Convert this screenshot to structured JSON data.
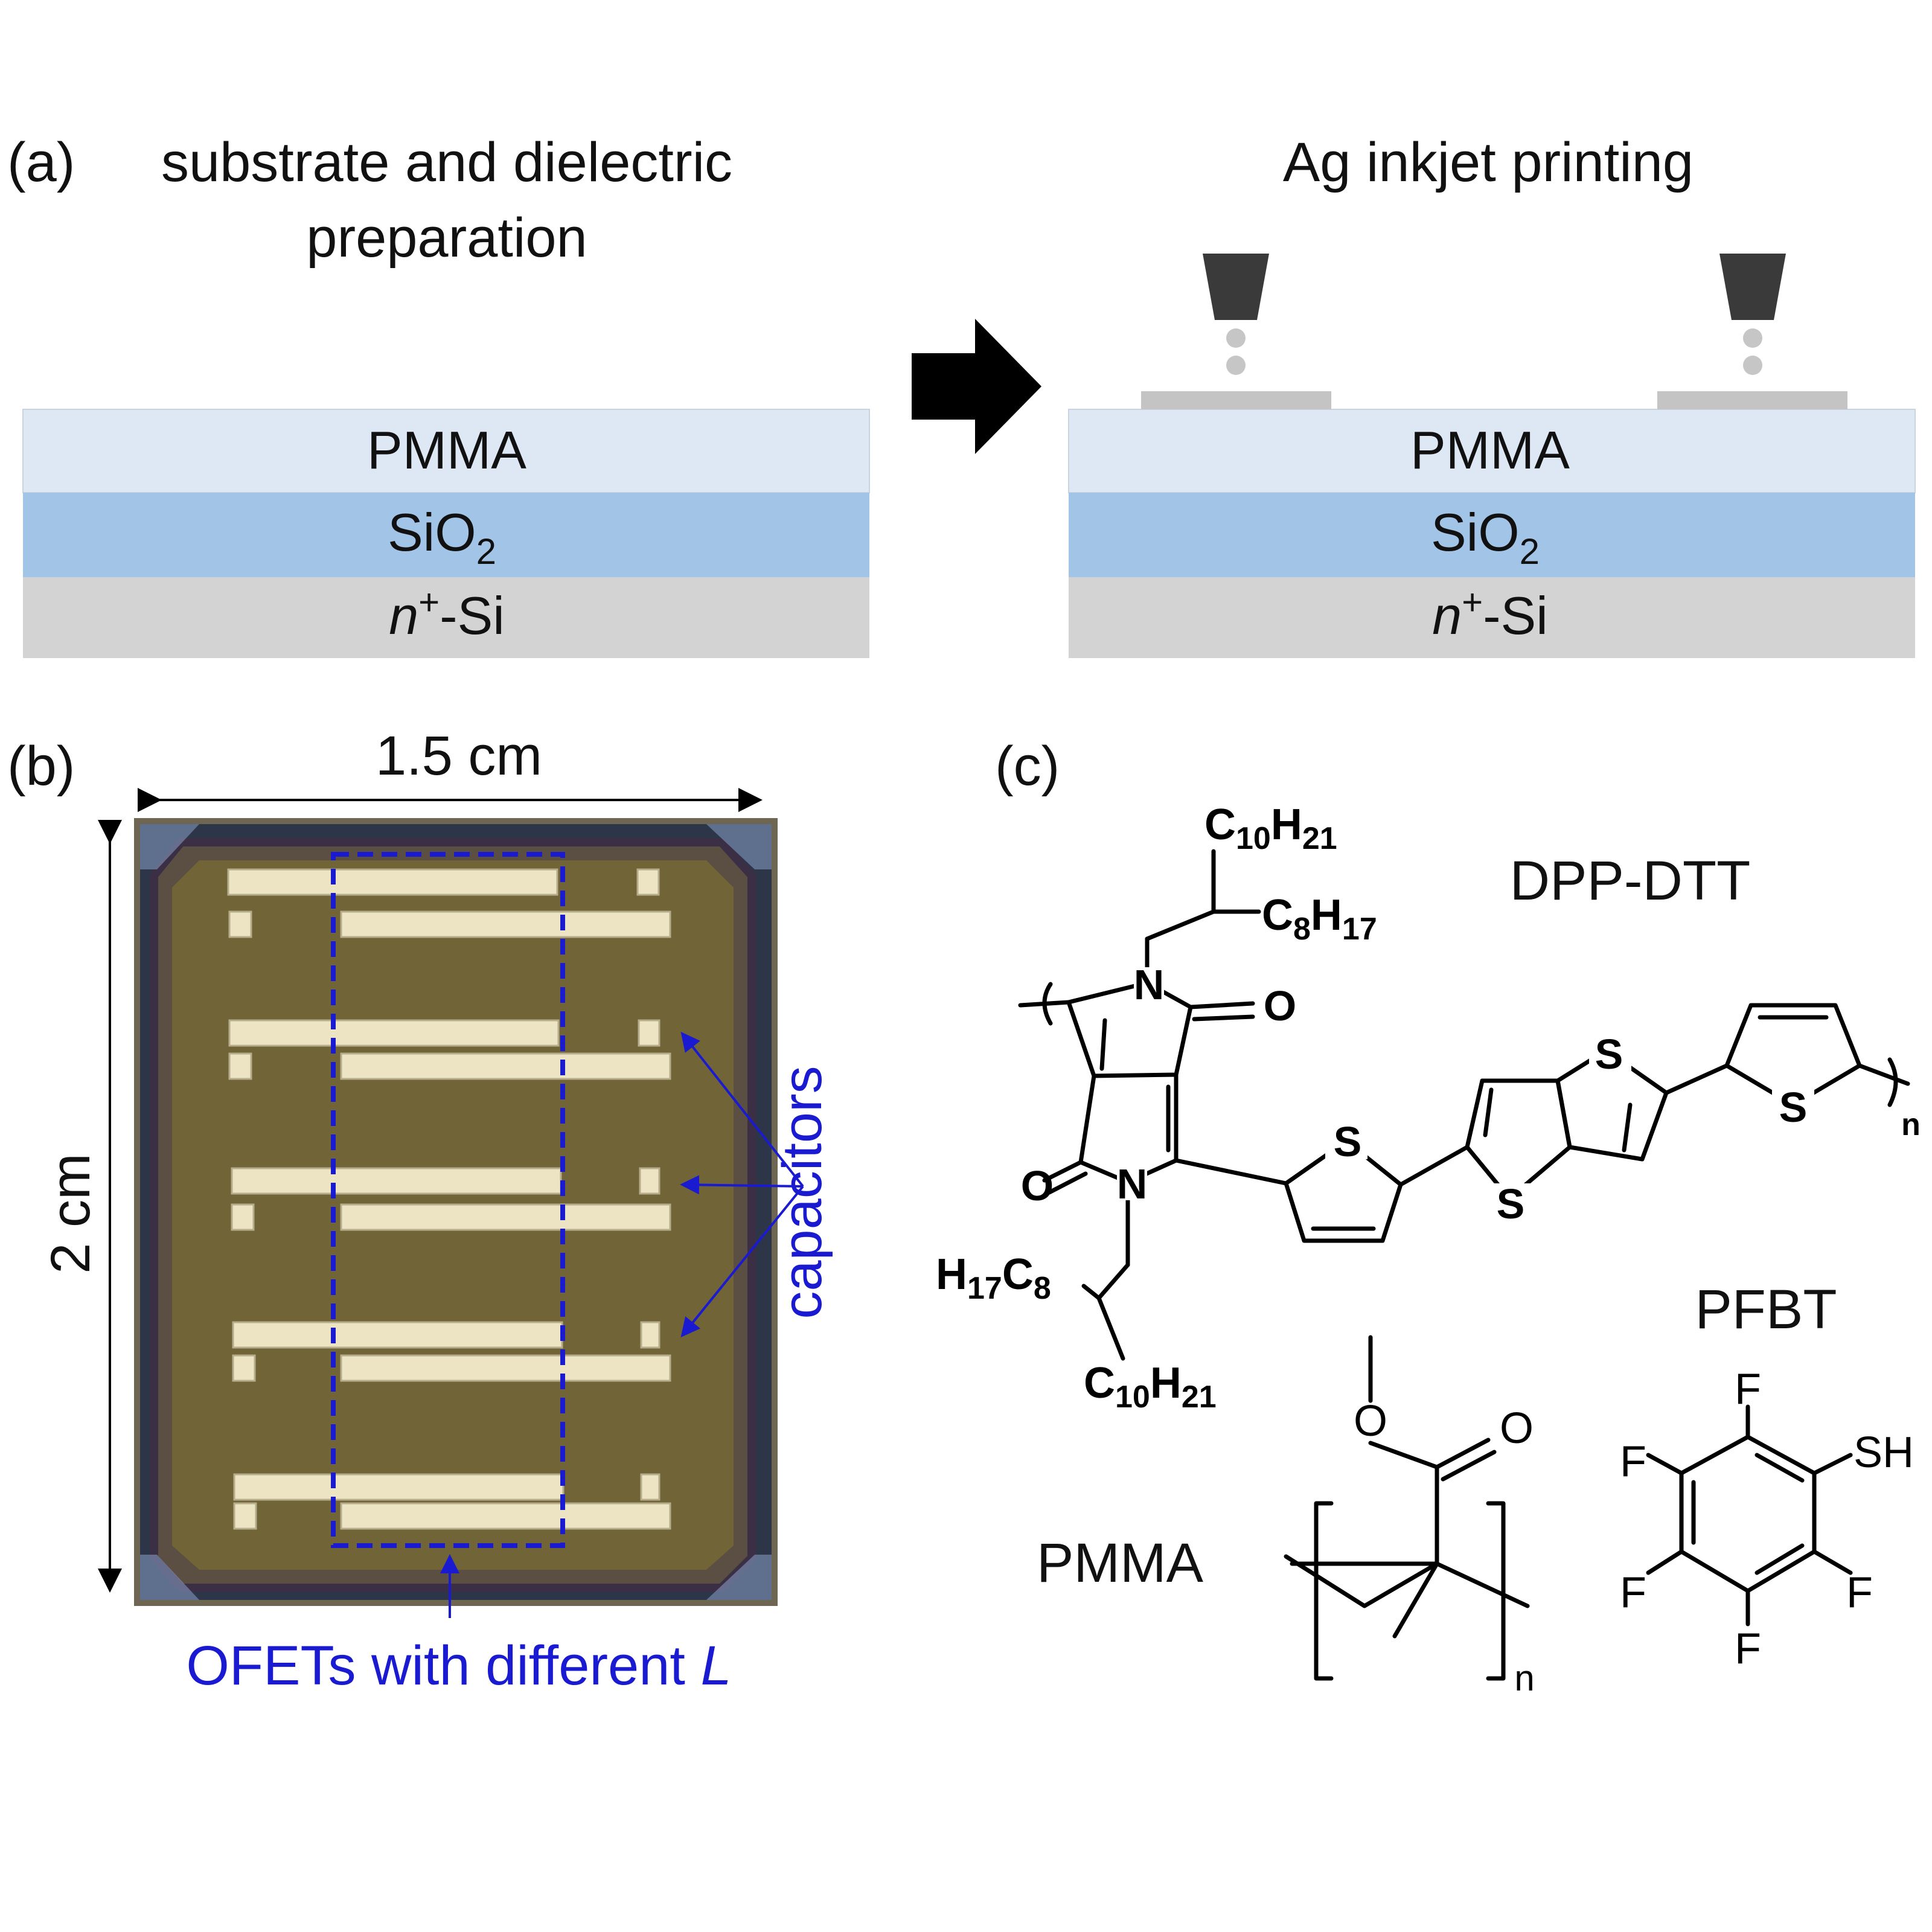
{
  "panel_a": {
    "label": "(a)",
    "left_title_line1": "substrate and dielectric",
    "left_title_line2": "preparation",
    "right_title": "Ag inkjet printing",
    "layer_pmma": "PMMA",
    "layer_sio2": "SiO",
    "layer_sio2_sub": "2",
    "layer_si_italic": "n",
    "layer_si_sup": "+",
    "layer_si_rest": "-Si",
    "colors": {
      "pmma": "#dde8f4",
      "sio2": "#a2c4e6",
      "si": "#d3d3d3",
      "ag": "#c4c4c4",
      "nozzle": "#3a3a3a"
    }
  },
  "panel_b": {
    "label": "(b)",
    "width_label": "1.5 cm",
    "height_label": "2 cm",
    "capacitors_label": "capacitors",
    "ofets_label": "OFETs with different ",
    "ofets_label_italic": "L",
    "colors": {
      "substrate": "#716437",
      "electrode": "#ece4c2",
      "annotation": "#1a1ad0"
    }
  },
  "panel_c": {
    "label": "(c)",
    "dpp_name": "DPP-DTT",
    "pfbt_name": "PFBT",
    "pmma_name": "PMMA",
    "atoms": {
      "N": "N",
      "O": "O",
      "S": "S",
      "F": "F",
      "SH": "SH",
      "n": "n",
      "c10h21_C": "C",
      "c10h21_10": "10",
      "c10h21_H": "H",
      "c10h21_21": "21",
      "c8h17_C": "C",
      "c8h17_8": "8",
      "c8h17_H": "H",
      "c8h17_17": "17"
    }
  }
}
